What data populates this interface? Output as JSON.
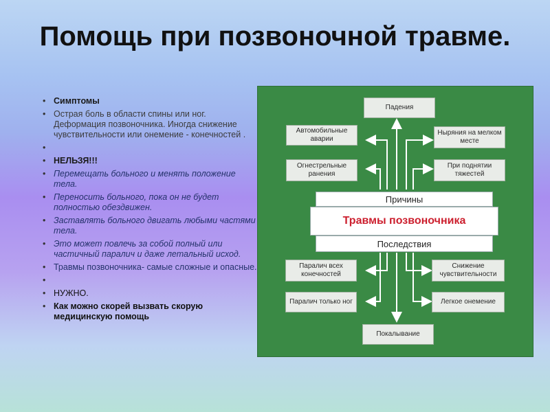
{
  "title": "Помощь при позвоночной травме.",
  "bullets": [
    {
      "text": "Симптомы",
      "style": "head"
    },
    {
      "text": "Острая боль в области спины или ног. Деформация позвоночника. Иногда снижение чувствительности или онемение - конечностей .",
      "style": "gray"
    },
    {
      "text": "",
      "style": "gray"
    },
    {
      "text": "НЕЛЬЗЯ!!!",
      "style": "head"
    },
    {
      "text": "Перемещать больного и менять положение тела.",
      "style": "blue-italic"
    },
    {
      "text": "Переносить больного, пока он не будет полностью обездвижен.",
      "style": "blue-italic"
    },
    {
      "text": "Заставлять больного двигать любыми частями тела.",
      "style": "blue-italic"
    },
    {
      "text": "Это может повлечь за собой полный или частичный паралич и даже летальный исход.",
      "style": "blue-italic"
    },
    {
      "text": "Травмы позвоночника- самые сложные и опасные.",
      "style": "blue"
    },
    {
      "text": "",
      "style": "gray"
    },
    {
      "text": "НУЖНО.",
      "style": "black"
    },
    {
      "text": "Как можно скорей вызвать скорую медицинскую помощь",
      "style": "bold"
    }
  ],
  "diagram": {
    "causes_label": "Причины",
    "center_label": "Травмы позвоночника",
    "consequences_label": "Последствия",
    "boxes": {
      "falls": "Падения",
      "car_accidents": "Автомобильные аварии",
      "diving": "Ныряния на мелком месте",
      "gunshot": "Огнестрельные ранения",
      "lifting": "При поднятии тяжестей",
      "paralysis_all": "Паралич всех конечностей",
      "sensitivity": "Снижение чувствительности",
      "paralysis_legs": "Паралич только ног",
      "numbness": "Легкое онемение",
      "tingling": "Покалывание"
    }
  }
}
